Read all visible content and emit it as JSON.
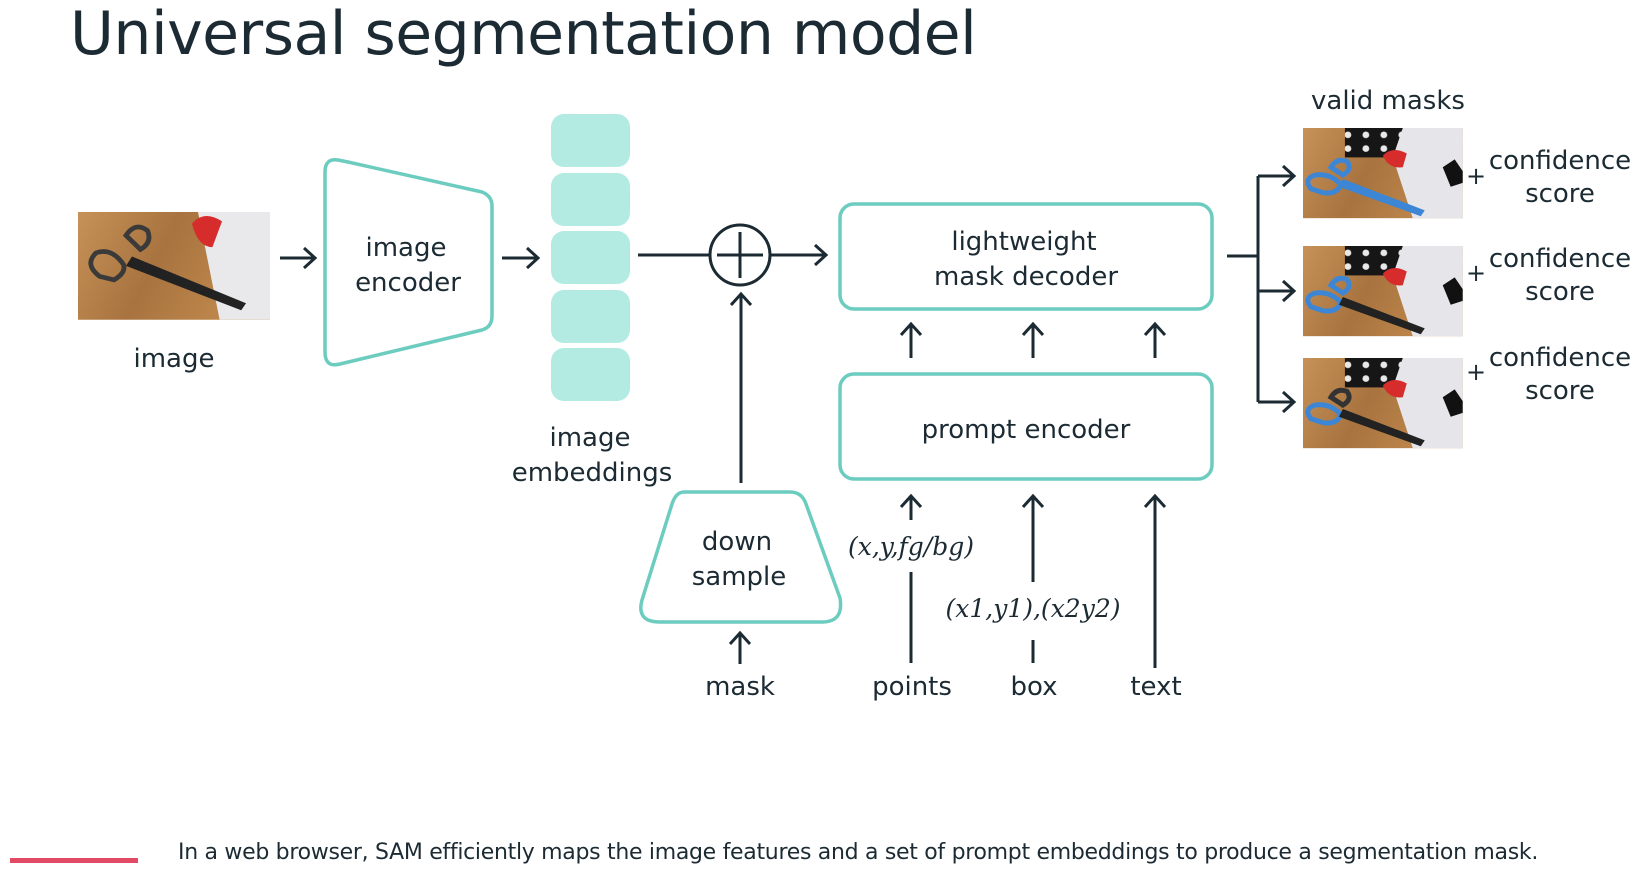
{
  "title": "Universal segmentation model",
  "diagram": {
    "input_image": {
      "label": "image",
      "thumbnail": "scissors-photo"
    },
    "image_encoder": {
      "line1": "image",
      "line2": "encoder"
    },
    "image_embeddings": {
      "line1": "image",
      "line2": "embeddings",
      "block_count": 5
    },
    "combine_operator": "plus",
    "mask_decoder": {
      "line1": "lightweight",
      "line2": "mask decoder"
    },
    "prompt_encoder": {
      "label": "prompt encoder"
    },
    "down_sample": {
      "line1": "down",
      "line2": "sample"
    },
    "inputs": {
      "mask": "mask",
      "points": "points",
      "box": "box",
      "text": "text",
      "points_format": "(x,y,fg/bg)",
      "box_format": "(x1,y1),(x2y2)"
    },
    "outputs": {
      "header": "valid masks",
      "items": [
        {
          "mask": "whole scissors",
          "plus": "+",
          "line1": "confidence",
          "line2": "score"
        },
        {
          "mask": "scissors handles",
          "plus": "+",
          "line1": "confidence",
          "line2": "score"
        },
        {
          "mask": "one handle",
          "plus": "+",
          "line1": "confidence",
          "line2": "score"
        }
      ]
    }
  },
  "footer": {
    "caption": "In a web browser, SAM efficiently maps the image features and a set of prompt embeddings to produce a segmentation mask."
  },
  "colors": {
    "accent_teal": "#6cccbf",
    "embedding_fill": "#b3ebe3",
    "text": "#1c2b33",
    "footer_accent": "#e04a64",
    "mask_blue": "#3d86d6"
  }
}
